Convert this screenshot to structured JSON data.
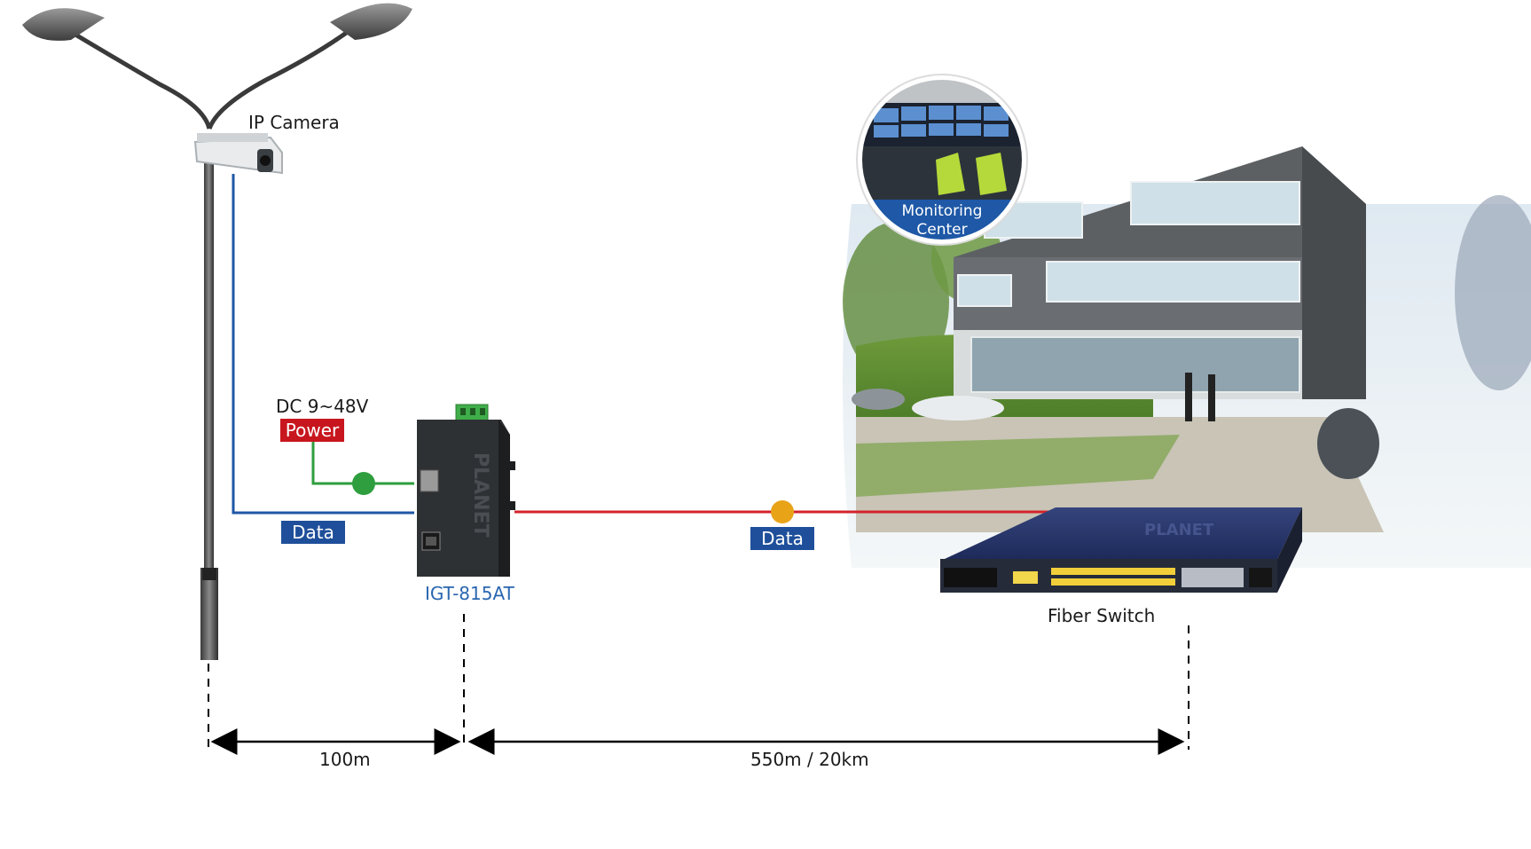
{
  "labels": {
    "ip_camera": "IP Camera",
    "dc_voltage": "DC 9~48V",
    "power_tag": "Power",
    "data_tag_left": "Data",
    "data_tag_right": "Data",
    "device_name": "IGT-815AT",
    "switch_name": "Fiber Switch",
    "monitoring_line1": "Monitoring",
    "monitoring_line2": "Center",
    "distance_left": "100m",
    "distance_right": "550m / 20km",
    "device_brand": "PLANET",
    "switch_brand": "PLANET"
  },
  "colors": {
    "data_line_blue": "#1f57a6",
    "power_line_green": "#2e9e3e",
    "fiber_line_red": "#d3232b",
    "power_tag_red": "#c8161e",
    "data_tag_blue": "#1f4f9a",
    "device_label_blue": "#2a66b0",
    "fiber_dot_orange": "#e8a317"
  }
}
